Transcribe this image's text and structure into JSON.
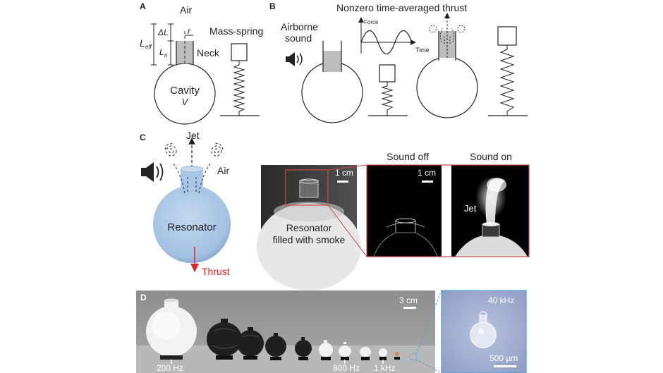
{
  "panels": {
    "A": {
      "letter": "A",
      "air": "Air",
      "delta_l": "ΔL",
      "l_eff": "L",
      "l_eff_sub": "eff",
      "l_n": "L",
      "l_n_sub": "n",
      "r": "r",
      "neck": "Neck",
      "mass_spring": "Mass-spring",
      "cavity": "Cavity",
      "volume": "V"
    },
    "B": {
      "letter": "B",
      "title": "Nonzero time-averaged thrust",
      "airborne_line1": "Airborne",
      "airborne_line2": "sound",
      "force": "Force",
      "time": "Time"
    },
    "C": {
      "letter": "C",
      "jet": "Jet",
      "air": "Air",
      "resonator": "Resonator",
      "thrust": "Thrust",
      "photo_label_line1": "Resonator",
      "photo_label_line2": "filled with smoke",
      "scale_1": "1 cm",
      "scale_2": "1 cm",
      "sound_off": "Sound off",
      "sound_on": "Sound on",
      "jet_photo": "Jet"
    },
    "D": {
      "letter": "D",
      "scale": "3 cm",
      "freq_200": "200 Hz",
      "freq_800": "800 Hz",
      "freq_1k": "1 kHz",
      "freq_40k": "40 kHz",
      "scale_micro": "500 µm"
    }
  },
  "colors": {
    "resonator_blue": "#a9c6e6",
    "thrust_red": "#d9262a",
    "zoom_red": "#c94a4a",
    "zoom_blue": "#4aa3d8",
    "neck_gray": "#bdbdbd"
  }
}
